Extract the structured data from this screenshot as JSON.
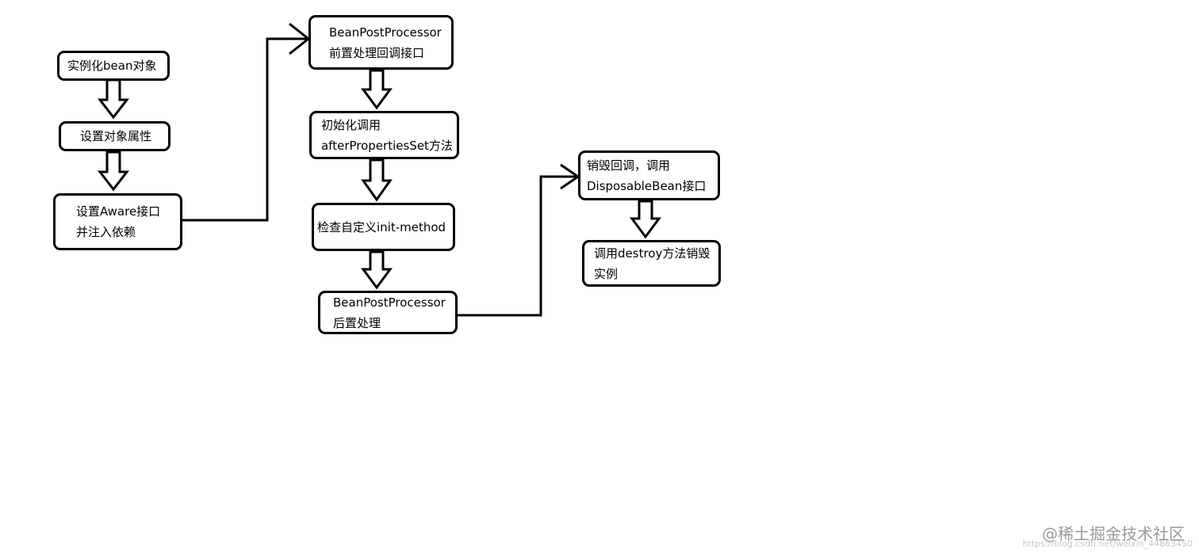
{
  "colors": {
    "stroke": "#000000",
    "background": "#ffffff",
    "watermark": "#9a9a9a",
    "watermark_url": "#c8c8c8"
  },
  "nodes": {
    "instantiate": {
      "line1": "实例化bean对象"
    },
    "set_properties": {
      "line1": "设置对象属性"
    },
    "aware": {
      "line1": "设置Aware接口",
      "line2": "并注入依赖"
    },
    "pre_process": {
      "line1": "BeanPostProcessor",
      "line2": "前置处理回调接口"
    },
    "after_properties_set": {
      "line1": "初始化调用",
      "line2": "afterPropertiesSet方法"
    },
    "init_method": {
      "line1": "检查自定义init-method"
    },
    "post_process": {
      "line1": "BeanPostProcessor",
      "line2": "后置处理"
    },
    "disposable": {
      "line1": "销毁回调，调用",
      "line2": "DisposableBean接口"
    },
    "destroy": {
      "line1": "调用destroy方法销毁",
      "line2": "实例"
    }
  },
  "edges": [
    {
      "from": "instantiate",
      "to": "set_properties",
      "style": "hollow-arrow"
    },
    {
      "from": "set_properties",
      "to": "aware",
      "style": "hollow-arrow"
    },
    {
      "from": "aware",
      "to": "pre_process",
      "style": "polyline-arrow"
    },
    {
      "from": "pre_process",
      "to": "after_properties_set",
      "style": "hollow-arrow"
    },
    {
      "from": "after_properties_set",
      "to": "init_method",
      "style": "hollow-arrow"
    },
    {
      "from": "init_method",
      "to": "post_process",
      "style": "hollow-arrow"
    },
    {
      "from": "post_process",
      "to": "disposable",
      "style": "polyline-arrow"
    },
    {
      "from": "disposable",
      "to": "destroy",
      "style": "hollow-arrow"
    }
  ],
  "watermark": {
    "text": "@稀土掘金技术社区",
    "url": "https://blog.csdn.net/weixin_44863450"
  }
}
